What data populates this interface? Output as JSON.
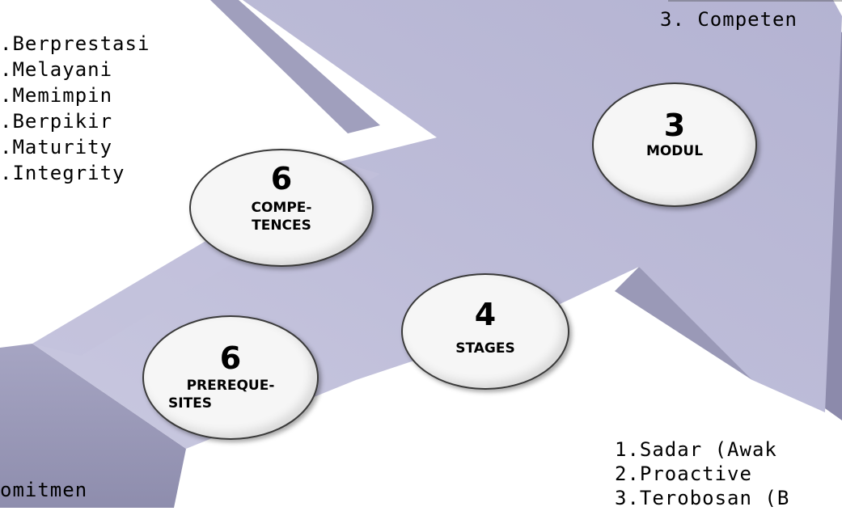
{
  "top_right_partial": {
    "line1": "3. Competen"
  },
  "competences_list": [
    ".Berprestasi",
    ".Melayani",
    ".Memimpin",
    ".Berpikir",
    ".Maturity",
    ".Integrity"
  ],
  "circles": {
    "modul": {
      "number": "3",
      "label": "MODUL"
    },
    "competences": {
      "number": "6",
      "label_line1": "COMPE-",
      "label_line2": "TENCES"
    },
    "stages": {
      "number": "4",
      "label": "STAGES"
    },
    "prerequisites": {
      "number": "6",
      "label_line1": "PREREQUE-",
      "label_line2": "SITES"
    }
  },
  "stages_list": [
    "1.Sadar (Awak",
    "2.Proactive",
    "3.Terobosan (B"
  ],
  "bottom_left_partial": "omitmen",
  "colors": {
    "arrow_top": "#bdbcd8",
    "arrow_side": "#9897b5",
    "arrow_edge": "#8684a6"
  }
}
